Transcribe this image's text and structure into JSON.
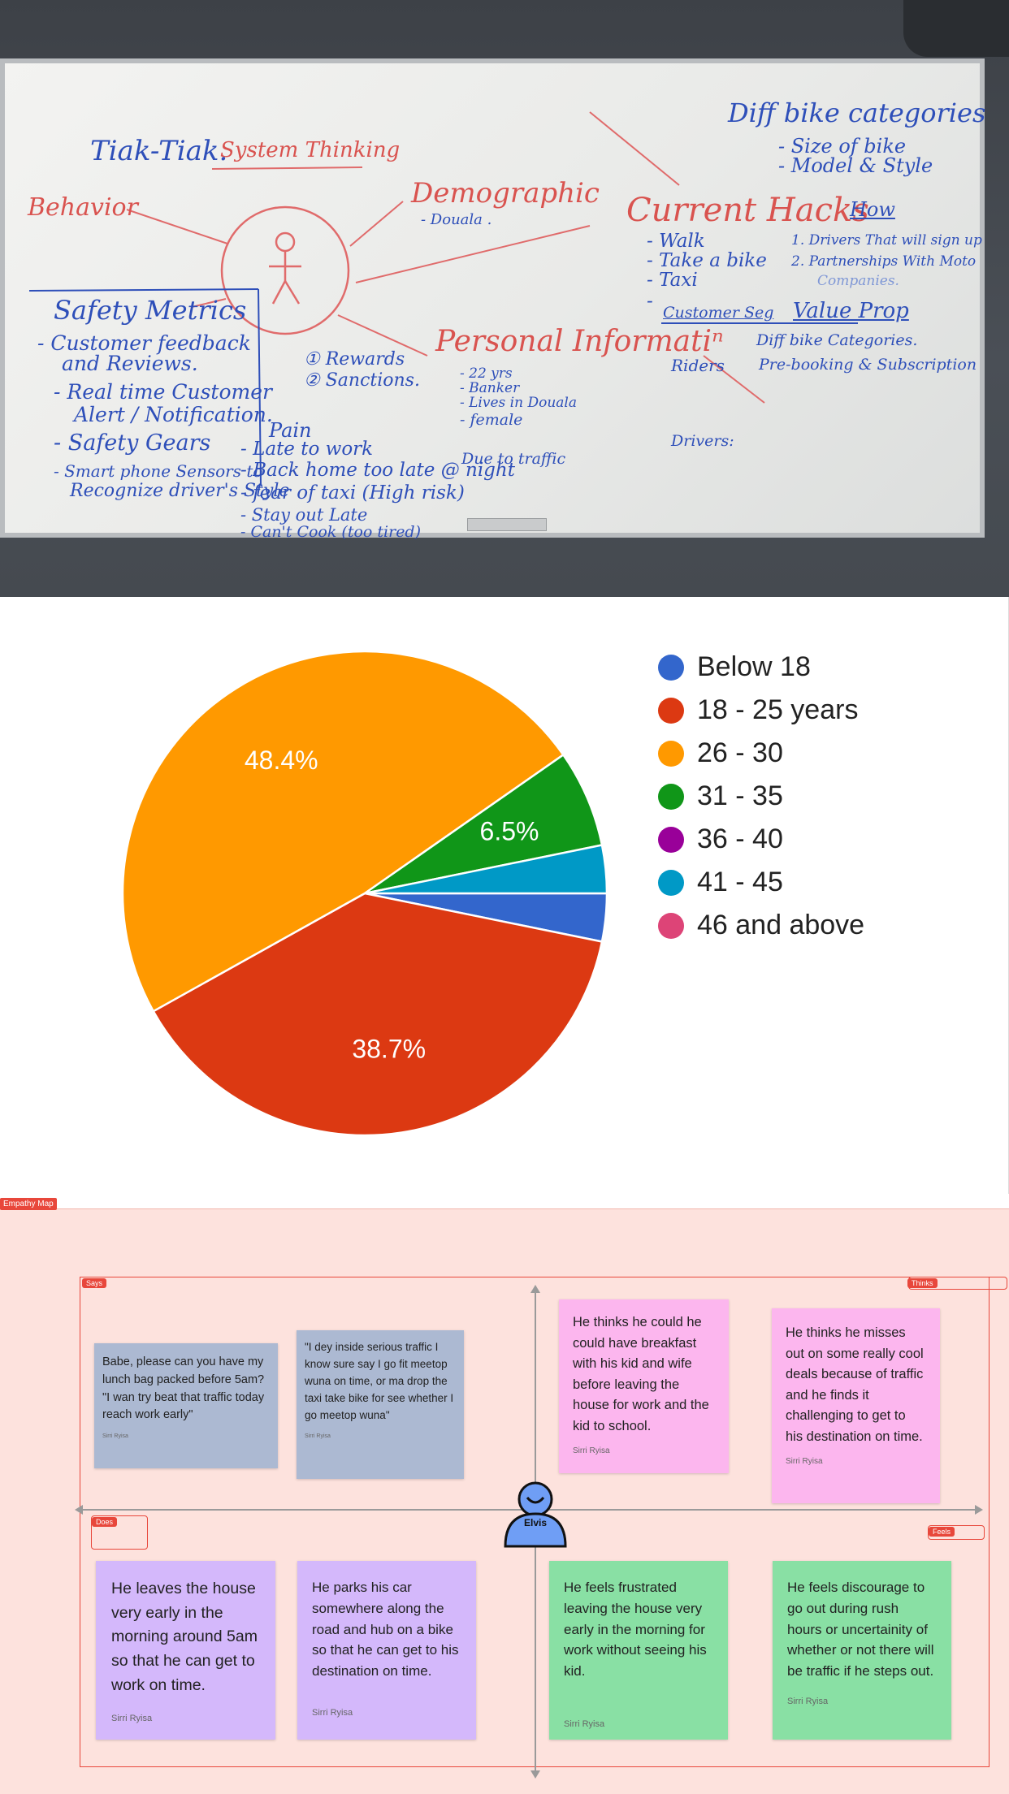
{
  "whiteboard": {
    "title": "Tiak-Tiak.",
    "subtitle": "System Thinking",
    "behavior": "Behavior",
    "demographic": "Demographic",
    "demographic_note": "- Douala .",
    "safety_heading": "Safety Metrics",
    "safety_items": [
      "- Customer feedback",
      "and Reviews.",
      "- Real time Customer",
      "Alert / Notification.",
      "- Safety Gears",
      "- Smart phone Sensors to",
      "Recognize driver's Style"
    ],
    "rewards": [
      "① Rewards",
      "② Sanctions."
    ],
    "pain_heading": "Pain",
    "pain_items": [
      "- Late to work",
      "- Back home too late @ night",
      "- fear of taxi (High risk)",
      "- Stay out Late",
      "- Can't Cook (too tired)"
    ],
    "due_to_traffic": "Due to traffic",
    "personal_info": "Personal Informatiⁿ",
    "personal_items": [
      "- 22 yrs",
      "- Banker",
      "- Lives in Douala",
      "- female"
    ],
    "current_hacks": "Current Hacks",
    "how": "How",
    "hacks_items": [
      "- Walk",
      "- Take a bike",
      "- Taxi",
      "-"
    ],
    "how_items": [
      "1. Drivers That will sign up",
      "2. Partnerships With Moto",
      "Companies."
    ],
    "bike_categories": "Diff bike categories",
    "bike_items": [
      "- Size of bike",
      "- Model & Style"
    ],
    "customer_seg": "Customer Seg",
    "value_prop": "Value Prop",
    "riders": "Riders",
    "riders_items": [
      "Diff bike Categories.",
      "Pre-booking & Subscription"
    ],
    "drivers": "Drivers:"
  },
  "chart_data": {
    "type": "pie",
    "categories": [
      "Below 18",
      "18 - 25 years",
      "26 - 30",
      "31 - 35",
      "36 - 40",
      "41 - 45",
      "46 and above"
    ],
    "values": [
      3.2,
      38.7,
      48.4,
      6.5,
      0,
      3.2,
      0
    ],
    "labels_shown": [
      "",
      "38.7%",
      "48.4%",
      "6.5%",
      "",
      "",
      ""
    ],
    "colors": [
      "#3366cc",
      "#dc3912",
      "#ff9900",
      "#109618",
      "#990099",
      "#0099c6",
      "#dd4477"
    ],
    "legend_position": "right"
  },
  "empathy": {
    "map_tag": "Empathy Map",
    "tags": {
      "says": "Says",
      "thinks": "Thinks",
      "does": "Does",
      "feels": "Feels"
    },
    "persona": "Elvis",
    "says": [
      {
        "text": "Babe, please can you have my lunch bag packed before 5am? \"I wan try beat that traffic today reach work early\"",
        "author": "Sirri Ryisa"
      },
      {
        "text": "\"I dey inside serious traffic I know sure say I go fit meetop wuna on time, or ma drop the taxi take bike for see whether I go meetop wuna\"",
        "author": "Sirri Ryisa"
      }
    ],
    "thinks": [
      {
        "text": "He thinks he could he could have breakfast with his kid and wife before leaving the house for work and the kid to school.",
        "author": "Sirri Ryisa"
      },
      {
        "text": "He thinks he misses out on some really cool deals because of traffic and he finds it challenging to get to his destination on time.",
        "author": "Sirri Ryisa"
      }
    ],
    "does": [
      {
        "text": "He leaves the house very early in the morning around 5am so that he can get to work on time.",
        "author": "Sirri Ryisa"
      },
      {
        "text": "He parks his car somewhere along the road and hub on a bike so that he can get to his destination on time.",
        "author": "Sirri Ryisa"
      }
    ],
    "feels": [
      {
        "text": "He feels frustrated leaving the house very early in the morning for work without seeing his kid.",
        "author": "Sirri Ryisa"
      },
      {
        "text": "He feels discourage to go out during rush hours or uncertainity of whether or not there will be traffic if he steps out.",
        "author": "Sirri Ryisa"
      }
    ]
  }
}
